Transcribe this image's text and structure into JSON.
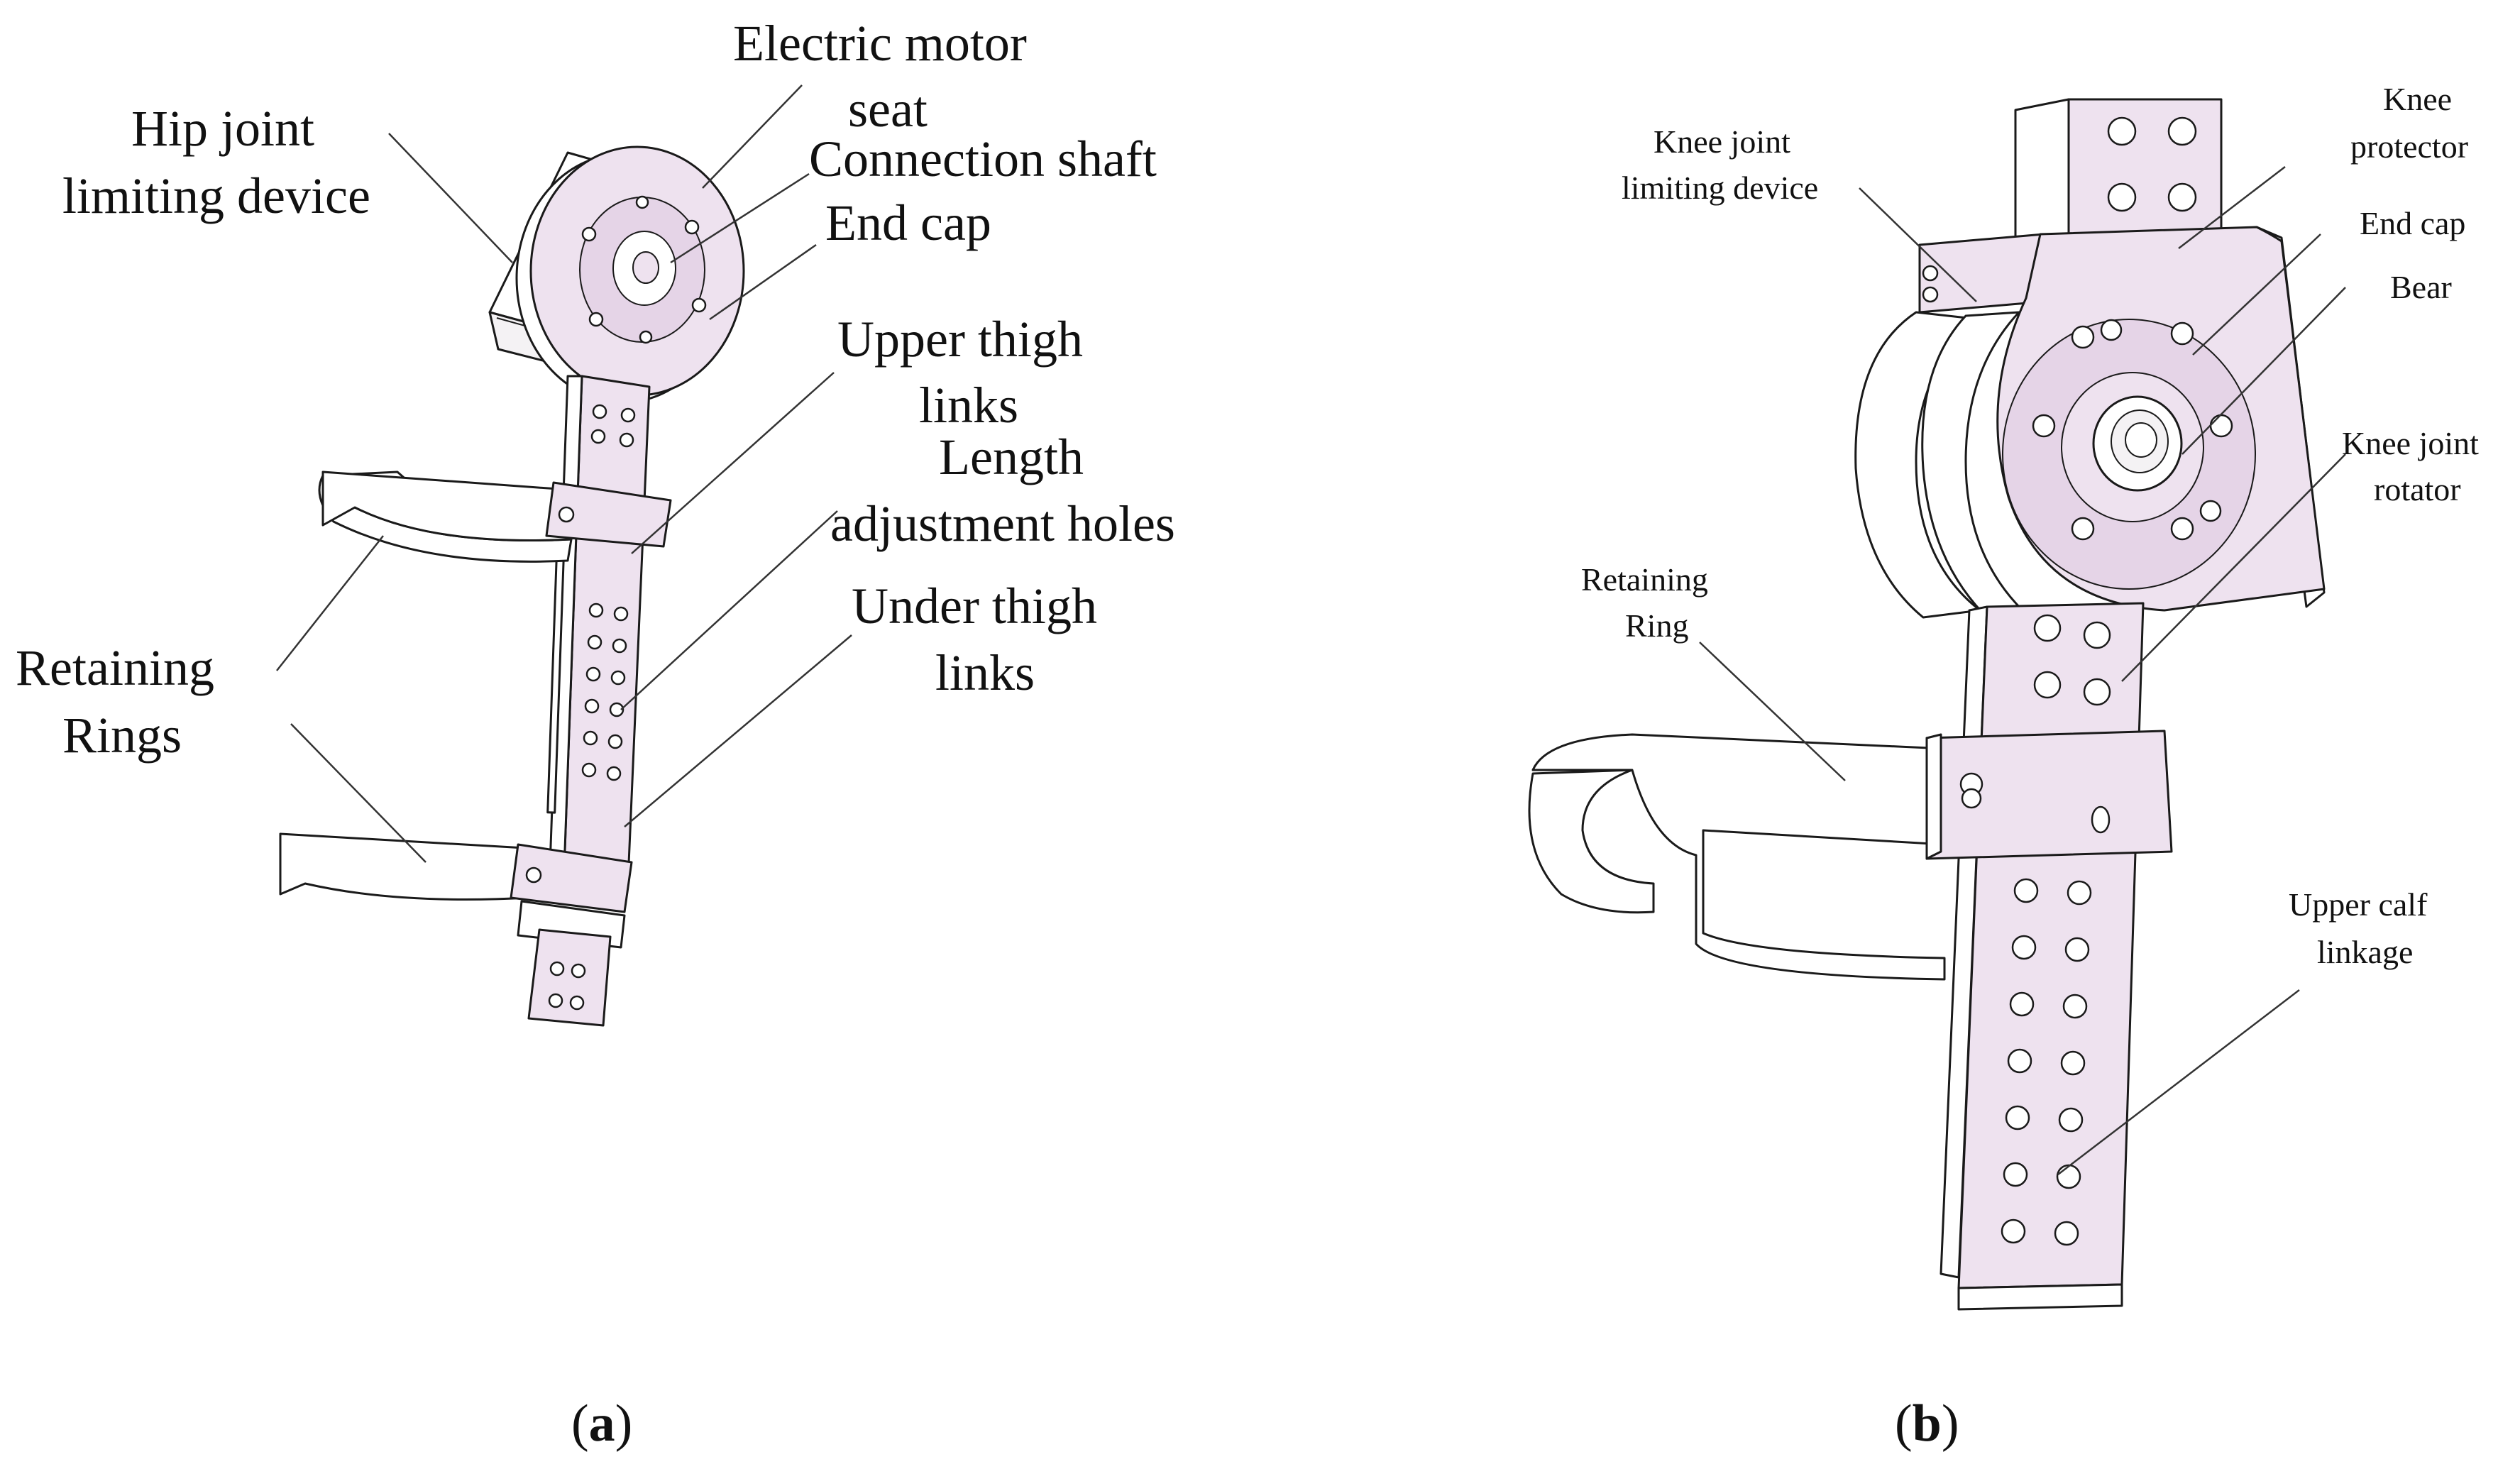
{
  "panel_a": {
    "caption_open": "(",
    "caption_letter": "a",
    "caption_close": ")",
    "labels": {
      "hip_line1": "Hip joint",
      "hip_line2": "limiting device",
      "motor_line1": "Electric motor",
      "motor_line2": "seat",
      "shaft": "Connection shaft",
      "end_cap": "End cap",
      "upper_line1": "Upper thigh",
      "upper_line2": "links",
      "length_line1": "Length",
      "length_line2": "adjustment holes",
      "under_line1": "Under thigh",
      "under_line2": "links",
      "rings_line1": "Retaining",
      "rings_line2": "Rings"
    }
  },
  "panel_b": {
    "caption_open": "(",
    "caption_letter": "b",
    "caption_close": ")",
    "labels": {
      "knee_limit_line1": "Knee joint",
      "knee_limit_line2": "limiting device",
      "protector_line1": "Knee",
      "protector_line2": "protector",
      "end_cap": "End cap",
      "bear": "Bear",
      "rotator_line1": "Knee joint",
      "rotator_line2": "rotator",
      "ring_line1": "Retaining",
      "ring_line2": "Ring",
      "calf_line1": "Upper calf",
      "calf_line2": "linkage"
    }
  }
}
